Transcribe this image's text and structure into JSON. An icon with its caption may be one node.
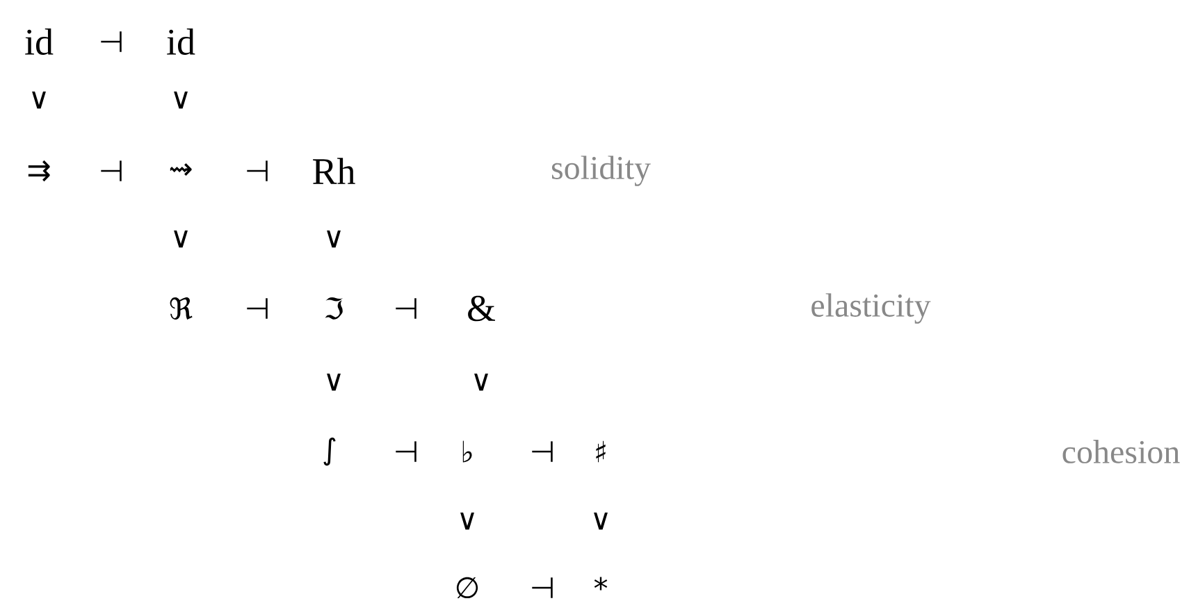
{
  "diagram": {
    "labels": [
      "id",
      "⊣",
      "id",
      "∨",
      "∨",
      "⇉",
      "⊣",
      "⇝",
      "⊣",
      "Rh",
      "solidity",
      "∨",
      "∨",
      "ℜ",
      "⊣",
      "ℑ",
      "⊣",
      "&",
      "elasticity",
      "∨",
      "∨",
      "∫",
      "⊣",
      "♭",
      "⊣",
      "♯",
      "cohesion",
      "∨",
      "∨",
      "∅",
      "⊣",
      "*"
    ]
  }
}
